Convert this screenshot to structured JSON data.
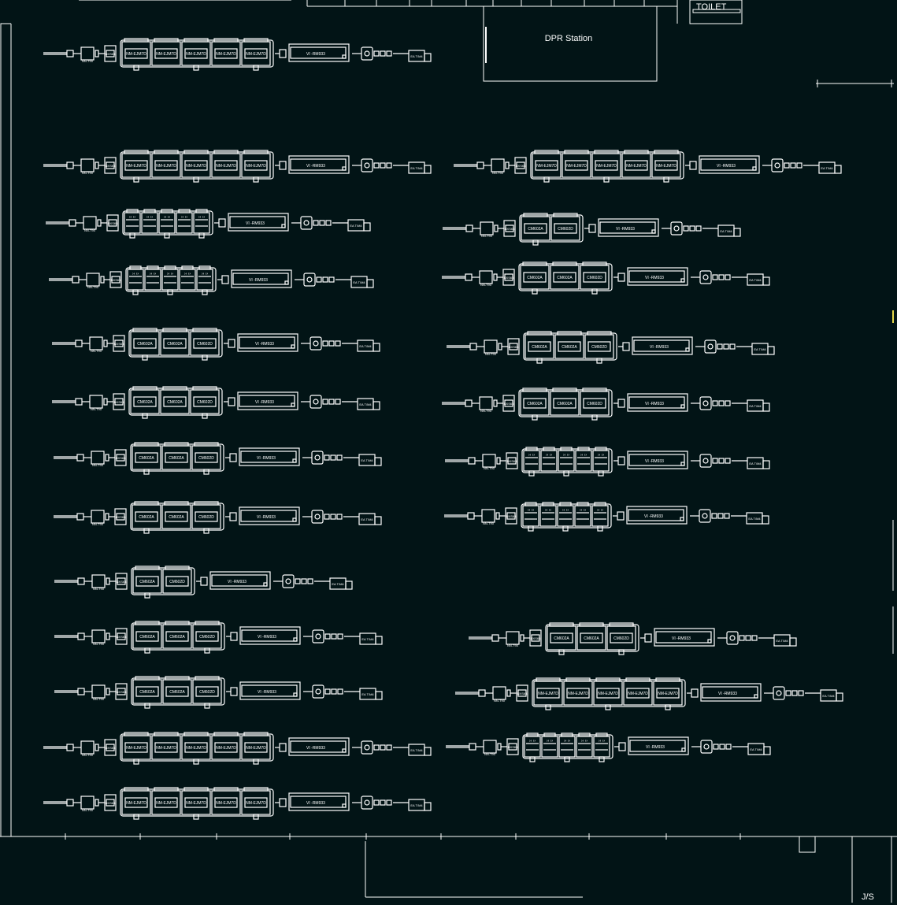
{
  "title": "",
  "colors": {
    "background": "#021416",
    "line": "#ffffff",
    "accent": "#e6d84a"
  },
  "rooms": {
    "dpr": "DPR Station",
    "toilet": "TOILET",
    "js": "J/S"
  },
  "labels": {
    "feeder_nm": "NM-EJM7D",
    "feeder_cm_a": "CM602A",
    "feeder_cm_d": "CM602D",
    "reflow": "VI -RM933",
    "loader": "NN-T90",
    "printer": "NXS63",
    "unloader": "EA T/M4"
  },
  "lines": [
    {
      "name": "line-left-01",
      "kind": "nm"
    },
    {
      "name": "line-left-02",
      "kind": "nm"
    },
    {
      "name": "line-left-03",
      "kind": "shelf"
    },
    {
      "name": "line-left-04",
      "kind": "shelf"
    },
    {
      "name": "line-left-05",
      "kind": "cm3"
    },
    {
      "name": "line-left-06",
      "kind": "cm3"
    },
    {
      "name": "line-left-07",
      "kind": "cm3"
    },
    {
      "name": "line-left-08",
      "kind": "cm3"
    },
    {
      "name": "line-left-09",
      "kind": "cm2"
    },
    {
      "name": "line-left-10",
      "kind": "cm3"
    },
    {
      "name": "line-left-11",
      "kind": "cm3"
    },
    {
      "name": "line-left-12",
      "kind": "nm"
    },
    {
      "name": "line-left-13",
      "kind": "nm"
    },
    {
      "name": "line-right-01",
      "kind": "nm"
    },
    {
      "name": "line-right-02",
      "kind": "cm2"
    },
    {
      "name": "line-right-03",
      "kind": "cm3"
    },
    {
      "name": "line-right-04",
      "kind": "cm3"
    },
    {
      "name": "line-right-05",
      "kind": "cm3"
    },
    {
      "name": "line-right-06",
      "kind": "shelf"
    },
    {
      "name": "line-right-07",
      "kind": "shelf"
    },
    {
      "name": "line-right-08",
      "kind": "cm3"
    },
    {
      "name": "line-right-09",
      "kind": "nm"
    },
    {
      "name": "line-right-10",
      "kind": "shelf"
    }
  ]
}
